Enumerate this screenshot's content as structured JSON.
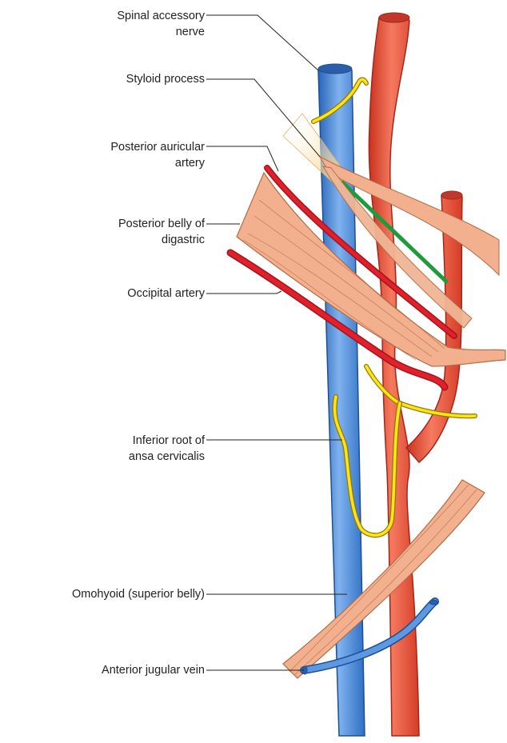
{
  "labels": {
    "spinal_accessory_nerve": "Spinal accessory\nnerve",
    "styloid_process": "Styloid process",
    "posterior_auricular_artery": "Posterior auricular\nartery",
    "posterior_belly_digastric": "Posterior belly of\ndigastric",
    "occipital_artery": "Occipital artery",
    "inferior_root_ansa": "Inferior root of\nansa cervicalis",
    "omohyoid": "Omohyoid (superior belly)",
    "anterior_jugular_vein": "Anterior jugular vein"
  },
  "colors": {
    "vein": "#3d7fd2",
    "vein_edge": "#1d4f95",
    "artery": "#e8503a",
    "artery_edge": "#a3261a",
    "muscle": "#f2b08e",
    "muscle_edge": "#b46a45",
    "nerve": "#ffe21a",
    "nerve_edge": "#8a7a00",
    "small_artery": "#e0202a",
    "green_line": "#1f9a3c",
    "bone": "#fbe4b0"
  }
}
